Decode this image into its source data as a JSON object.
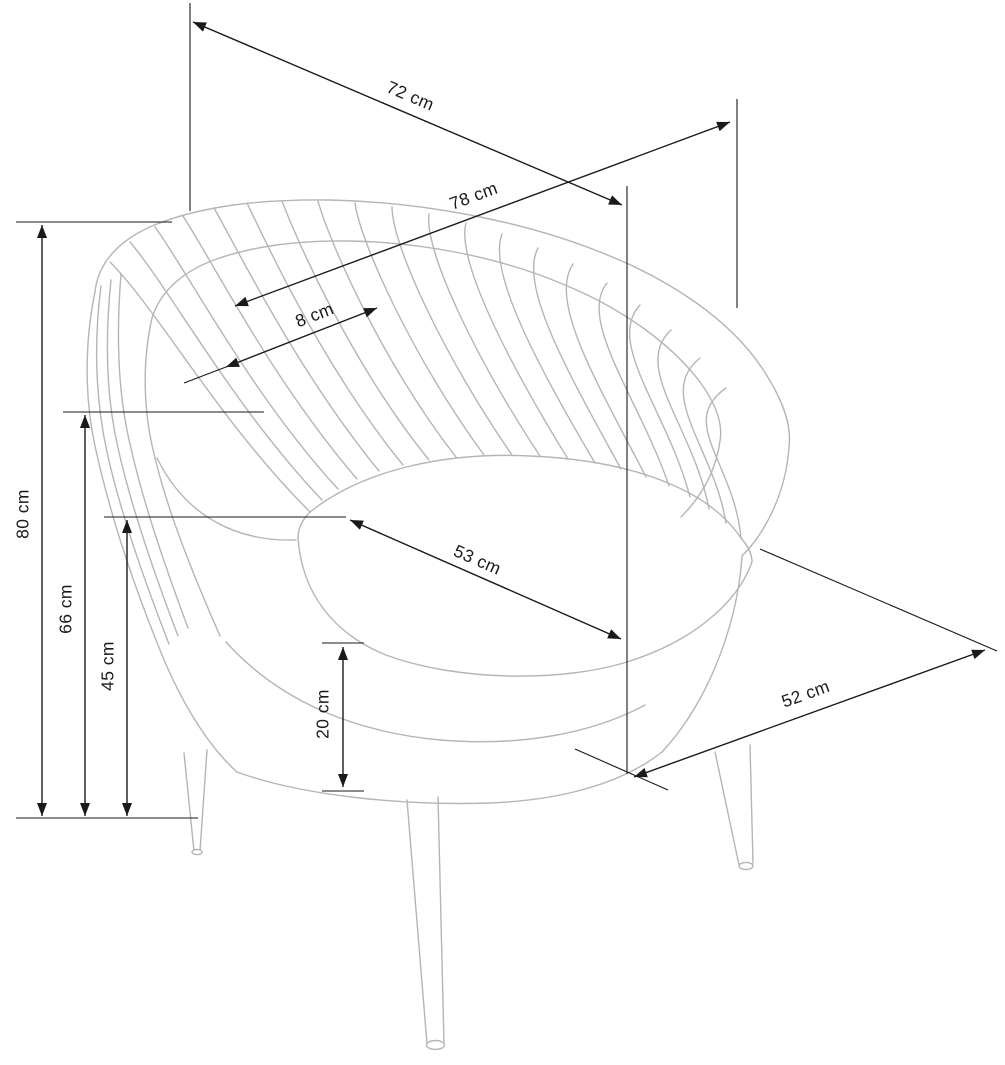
{
  "diagram": {
    "type": "furniture-dimension-diagram",
    "subject": "upholstered tub armchair with channel tufting and tapered legs",
    "unit": "cm",
    "colors": {
      "background": "#ffffff",
      "chair_line": "#b5b5b5",
      "dimension_line": "#1a1a1a",
      "label_text": "#1a1a1a"
    },
    "dimensions": {
      "overall_width": {
        "label": "72 cm",
        "value": 72
      },
      "overall_depth": {
        "label": "78 cm",
        "value": 78
      },
      "backrest_thickness": {
        "label": "8 cm",
        "value": 8
      },
      "overall_height": {
        "label": "80 cm",
        "value": 80
      },
      "backrest_height": {
        "label": "66 cm",
        "value": 66
      },
      "seat_height": {
        "label": "45 cm",
        "value": 45
      },
      "seat_front_thickness": {
        "label": "20 cm",
        "value": 20
      },
      "seat_depth": {
        "label": "53 cm",
        "value": 53
      },
      "seat_width": {
        "label": "52 cm",
        "value": 52
      }
    }
  }
}
